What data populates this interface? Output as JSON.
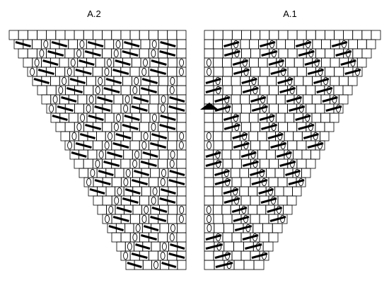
{
  "charts": [
    {
      "id": "a2",
      "title": "A.2",
      "direction": "right",
      "stitch_columns": 19,
      "rows": 26
    },
    {
      "id": "a1",
      "title": "A.1",
      "direction": "left",
      "stitch_columns": 19,
      "rows": 26
    }
  ],
  "symbols": {
    "yarn_over": "oval",
    "decrease": "thick-diagonal-bar",
    "centre_stitch": "black-triangle"
  },
  "colors": {
    "grid": "#000000",
    "symbol": "#000000",
    "background": "#ffffff"
  }
}
